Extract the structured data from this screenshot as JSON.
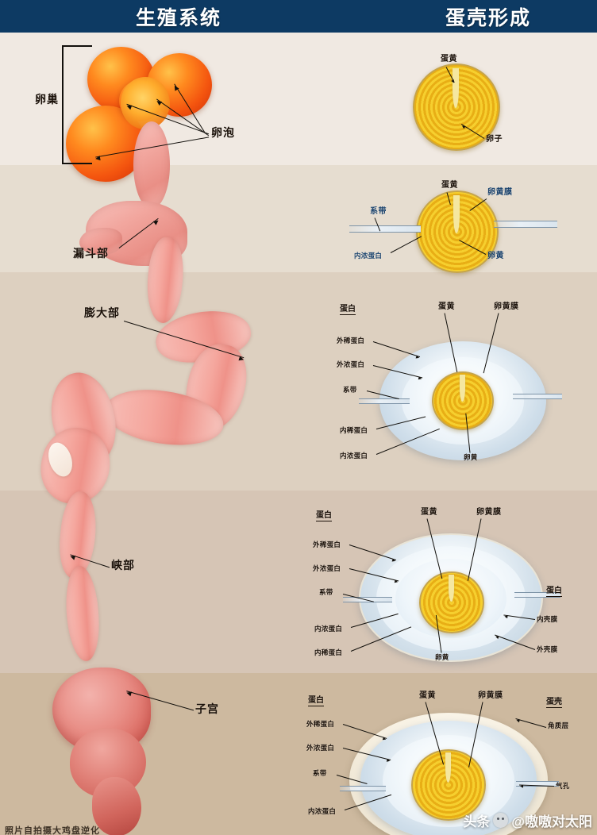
{
  "header": {
    "left_title": "生殖系统",
    "right_title": "蛋壳形成"
  },
  "colors": {
    "header_bg": "#0d3a63",
    "header_text": "#ffffff",
    "band1": "#f0e9e2",
    "band2": "#e6ddd0",
    "band3": "#ddd0c0",
    "band4": "#d6c5b5",
    "band5": "#cdb99f",
    "follicle_orange": "#f4550f",
    "tissue_pink": "#f2a79f",
    "yolk_yellow": "#f6cf2e",
    "albumen_blue": "#cfdeea",
    "label_text": "#1a1008"
  },
  "left_panel": {
    "name": "生殖系统",
    "labels": [
      {
        "id": "ovary",
        "text": "卵巢"
      },
      {
        "id": "follicle",
        "text": "卵泡"
      },
      {
        "id": "infundibulum",
        "text": "漏斗部"
      },
      {
        "id": "magnum",
        "text": "膨大部"
      },
      {
        "id": "isthmus",
        "text": "峡部"
      },
      {
        "id": "uterus",
        "text": "子宫"
      }
    ]
  },
  "right_panel": {
    "name": "蛋壳形成",
    "stages": [
      {
        "id": "stage-1",
        "stage_index": 1,
        "labels": [
          {
            "id": "s1-yolk",
            "text": "蛋黄"
          },
          {
            "id": "s1-ovum",
            "text": "卵子"
          }
        ]
      },
      {
        "id": "stage-2",
        "stage_index": 2,
        "labels": [
          {
            "id": "s2-yolk",
            "text": "蛋黄"
          },
          {
            "id": "s2-vitelline",
            "text": "卵黄膜"
          },
          {
            "id": "s2-chalaza",
            "text": "系带"
          },
          {
            "id": "s2-inner-thick",
            "text": "内浓蛋白"
          },
          {
            "id": "s2-yolk-body",
            "text": "卵黄"
          }
        ]
      },
      {
        "id": "stage-3",
        "stage_index": 3,
        "headings": [
          {
            "id": "s3-albumen-heading",
            "text": "蛋白"
          }
        ],
        "labels": [
          {
            "id": "s3-yolk",
            "text": "蛋黄"
          },
          {
            "id": "s3-vitelline",
            "text": "卵黄膜"
          },
          {
            "id": "s3-outer-thin",
            "text": "外稀蛋白"
          },
          {
            "id": "s3-outer-thick",
            "text": "外浓蛋白"
          },
          {
            "id": "s3-chalaza",
            "text": "系带"
          },
          {
            "id": "s3-inner-thin",
            "text": "内稀蛋白"
          },
          {
            "id": "s3-inner-thick",
            "text": "内浓蛋白"
          },
          {
            "id": "s3-yolk-body",
            "text": "卵黄"
          }
        ]
      },
      {
        "id": "stage-4",
        "stage_index": 4,
        "headings": [
          {
            "id": "s4-albumen-heading",
            "text": "蛋白"
          },
          {
            "id": "s4-membrane-heading",
            "text": "蛋白"
          }
        ],
        "labels": [
          {
            "id": "s4-yolk",
            "text": "蛋黄"
          },
          {
            "id": "s4-vitelline",
            "text": "卵黄膜"
          },
          {
            "id": "s4-outer-thin",
            "text": "外稀蛋白"
          },
          {
            "id": "s4-outer-thick",
            "text": "外浓蛋白"
          },
          {
            "id": "s4-chalaza",
            "text": "系带"
          },
          {
            "id": "s4-inner-thick",
            "text": "内浓蛋白"
          },
          {
            "id": "s4-inner-thin",
            "text": "内稀蛋白"
          },
          {
            "id": "s4-yolk-body",
            "text": "卵黄"
          },
          {
            "id": "s4-inner-shell-membrane",
            "text": "内壳膜"
          },
          {
            "id": "s4-outer-shell-membrane",
            "text": "外壳膜"
          }
        ]
      },
      {
        "id": "stage-5",
        "stage_index": 5,
        "headings": [
          {
            "id": "s5-albumen-heading",
            "text": "蛋白"
          },
          {
            "id": "s5-shell-heading",
            "text": "蛋壳"
          }
        ],
        "labels": [
          {
            "id": "s5-yolk",
            "text": "蛋黄"
          },
          {
            "id": "s5-vitelline",
            "text": "卵黄膜"
          },
          {
            "id": "s5-outer-thin",
            "text": "外稀蛋白"
          },
          {
            "id": "s5-outer-thick",
            "text": "外浓蛋白"
          },
          {
            "id": "s5-chalaza",
            "text": "系带"
          },
          {
            "id": "s5-inner-thick",
            "text": "内浓蛋白"
          },
          {
            "id": "s5-cuticle",
            "text": "角质层"
          },
          {
            "id": "s5-pore",
            "text": "气孔"
          }
        ]
      }
    ]
  },
  "watermark": {
    "platform": "头条",
    "handle": "@嗷嗷对太阳"
  },
  "bottom_text": "照片自拍摄大鸡盘逆化"
}
